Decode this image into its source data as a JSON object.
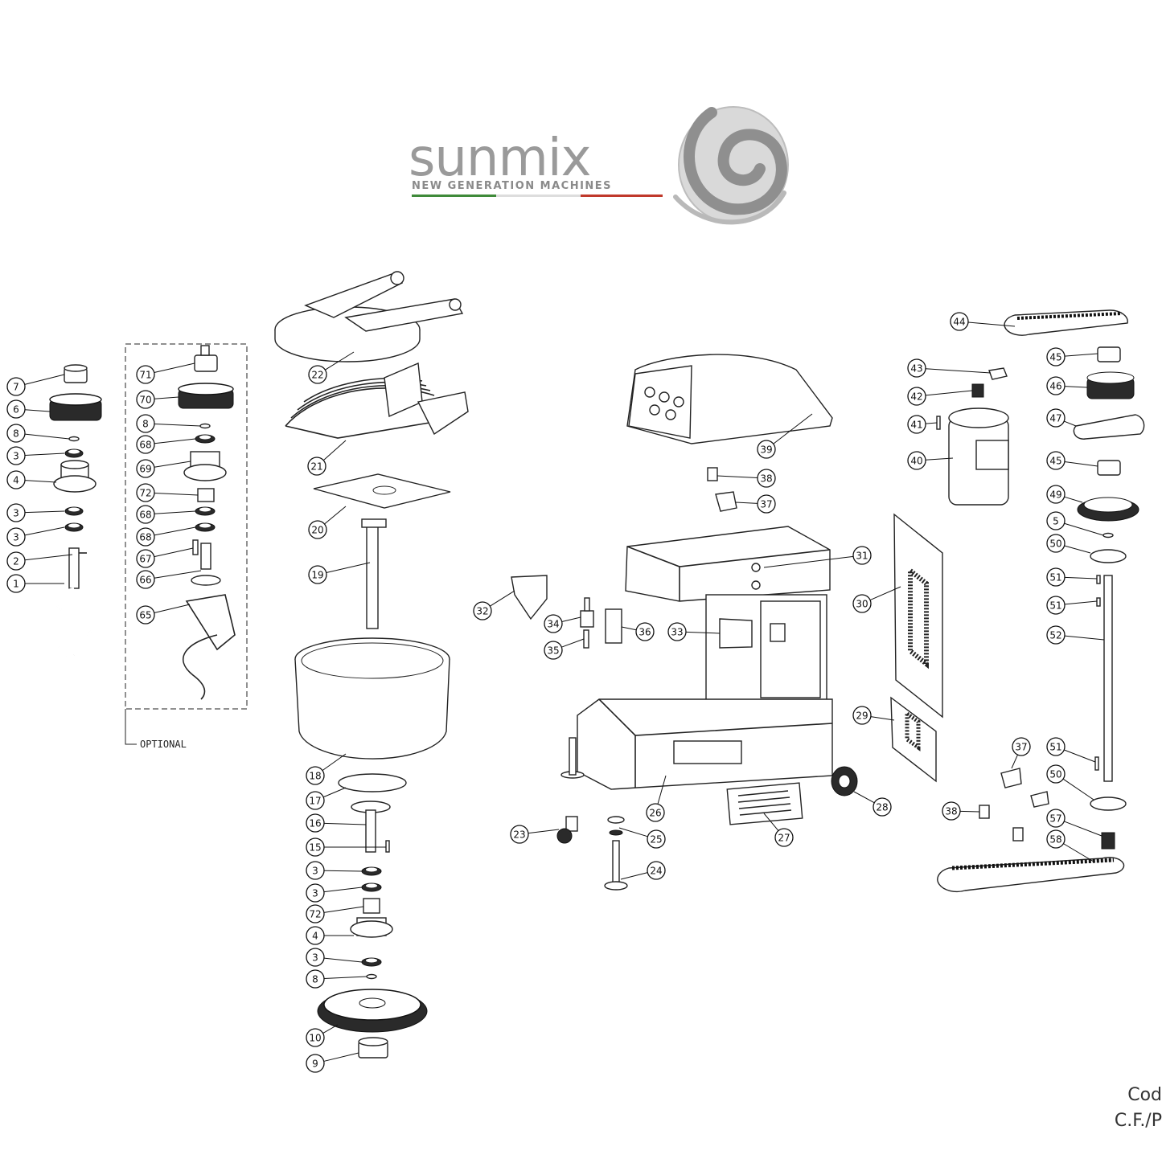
{
  "logo": {
    "wordmark": "sunmix",
    "tagline": "NEW GENERATION MACHINES",
    "colors": {
      "gray": "#9a9a9a",
      "green": "#3f8a3a",
      "red": "#c0392b"
    }
  },
  "optional_group": {
    "label": "OPTIONAL"
  },
  "callouts": [
    {
      "id": "c7",
      "label": "7"
    },
    {
      "id": "c6",
      "label": "6"
    },
    {
      "id": "c8a",
      "label": "8"
    },
    {
      "id": "c3a",
      "label": "3"
    },
    {
      "id": "c4a",
      "label": "4"
    },
    {
      "id": "c3b",
      "label": "3"
    },
    {
      "id": "c3c",
      "label": "3"
    },
    {
      "id": "c2",
      "label": "2"
    },
    {
      "id": "c1",
      "label": "1"
    },
    {
      "id": "c71",
      "label": "71"
    },
    {
      "id": "c70",
      "label": "70"
    },
    {
      "id": "c8b",
      "label": "8"
    },
    {
      "id": "c68a",
      "label": "68"
    },
    {
      "id": "c69",
      "label": "69"
    },
    {
      "id": "c72a",
      "label": "72"
    },
    {
      "id": "c68b",
      "label": "68"
    },
    {
      "id": "c68c",
      "label": "68"
    },
    {
      "id": "c67",
      "label": "67"
    },
    {
      "id": "c66",
      "label": "66"
    },
    {
      "id": "c65",
      "label": "65"
    },
    {
      "id": "c22",
      "label": "22"
    },
    {
      "id": "c21",
      "label": "21"
    },
    {
      "id": "c20",
      "label": "20"
    },
    {
      "id": "c19",
      "label": "19"
    },
    {
      "id": "c18",
      "label": "18"
    },
    {
      "id": "c17",
      "label": "17"
    },
    {
      "id": "c16",
      "label": "16"
    },
    {
      "id": "c15",
      "label": "15"
    },
    {
      "id": "c3d",
      "label": "3"
    },
    {
      "id": "c3e",
      "label": "3"
    },
    {
      "id": "c72b",
      "label": "72"
    },
    {
      "id": "c4b",
      "label": "4"
    },
    {
      "id": "c3f",
      "label": "3"
    },
    {
      "id": "c8c",
      "label": "8"
    },
    {
      "id": "c10",
      "label": "10"
    },
    {
      "id": "c9",
      "label": "9"
    },
    {
      "id": "c32",
      "label": "32"
    },
    {
      "id": "c34",
      "label": "34"
    },
    {
      "id": "c35",
      "label": "35"
    },
    {
      "id": "c36",
      "label": "36"
    },
    {
      "id": "c33",
      "label": "33"
    },
    {
      "id": "c39",
      "label": "39"
    },
    {
      "id": "c38a",
      "label": "38"
    },
    {
      "id": "c37a",
      "label": "37"
    },
    {
      "id": "c31",
      "label": "31"
    },
    {
      "id": "c30",
      "label": "30"
    },
    {
      "id": "c29",
      "label": "29"
    },
    {
      "id": "c26",
      "label": "26"
    },
    {
      "id": "c23",
      "label": "23"
    },
    {
      "id": "c25",
      "label": "25"
    },
    {
      "id": "c24",
      "label": "24"
    },
    {
      "id": "c27",
      "label": "27"
    },
    {
      "id": "c28",
      "label": "28"
    },
    {
      "id": "c44",
      "label": "44"
    },
    {
      "id": "c43",
      "label": "43"
    },
    {
      "id": "c42",
      "label": "42"
    },
    {
      "id": "c41",
      "label": "41"
    },
    {
      "id": "c40",
      "label": "40"
    },
    {
      "id": "c45a",
      "label": "45"
    },
    {
      "id": "c46",
      "label": "46"
    },
    {
      "id": "c47",
      "label": "47"
    },
    {
      "id": "c45b",
      "label": "45"
    },
    {
      "id": "c49",
      "label": "49"
    },
    {
      "id": "c5",
      "label": "5"
    },
    {
      "id": "c50a",
      "label": "50"
    },
    {
      "id": "c51a",
      "label": "51"
    },
    {
      "id": "c51b",
      "label": "51"
    },
    {
      "id": "c52",
      "label": "52"
    },
    {
      "id": "c37b",
      "label": "37"
    },
    {
      "id": "c38b",
      "label": "38"
    },
    {
      "id": "c51c",
      "label": "51"
    },
    {
      "id": "c50b",
      "label": "50"
    },
    {
      "id": "c57",
      "label": "57"
    },
    {
      "id": "c58",
      "label": "58"
    }
  ],
  "footer": {
    "line1": "Cod",
    "line2": "C.F./P"
  }
}
